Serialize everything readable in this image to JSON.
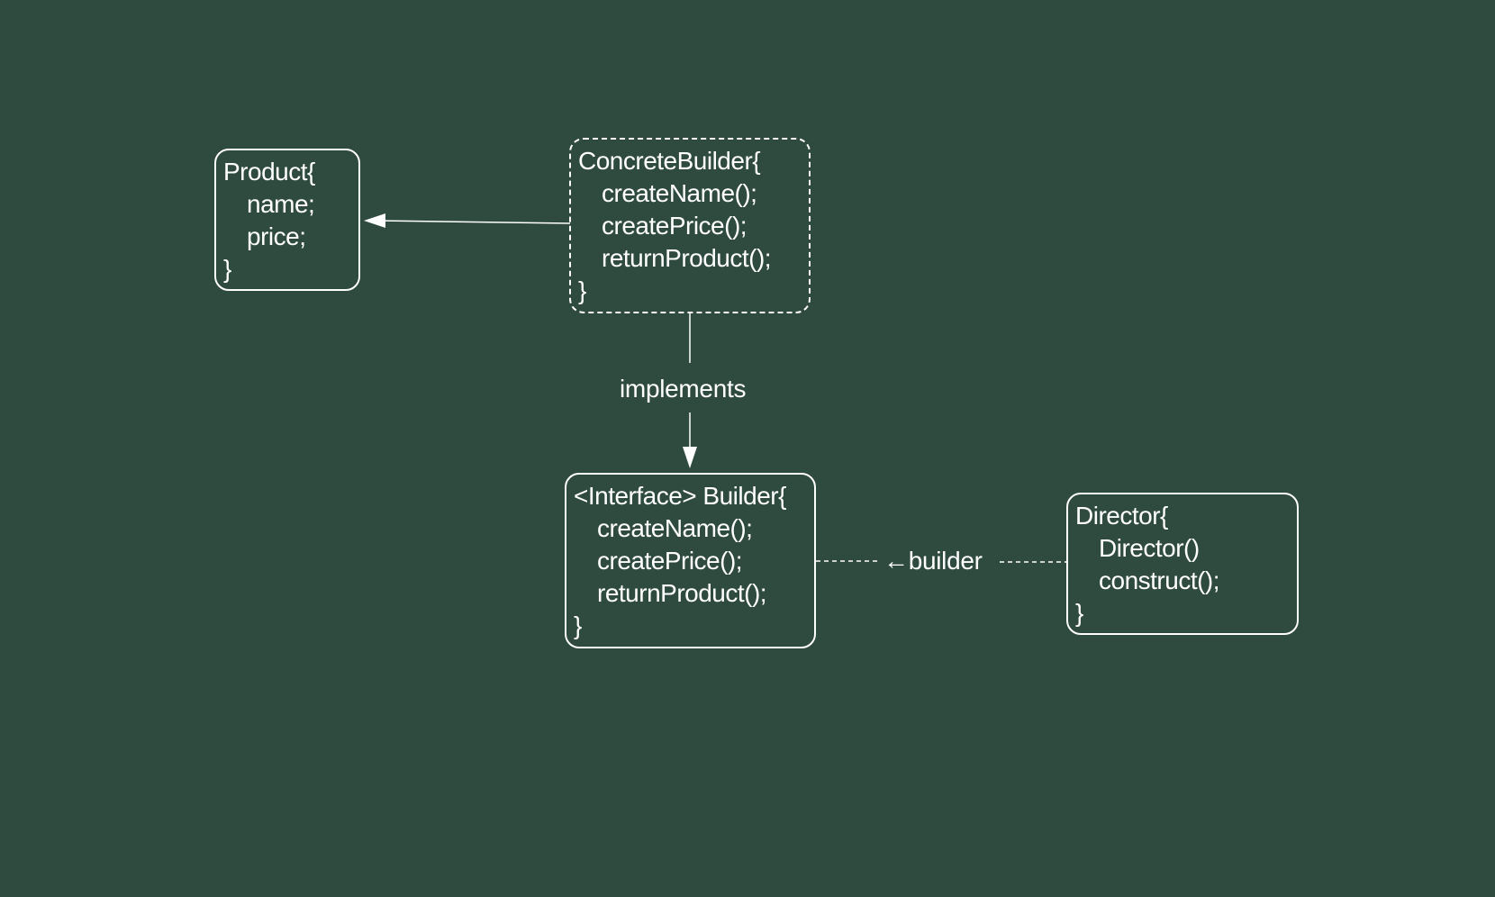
{
  "diagram": {
    "background": "#2f4b40",
    "stroke_color": "#ffffff",
    "nodes": {
      "product": {
        "lines": [
          "Product{",
          "name;",
          "price;",
          "}"
        ]
      },
      "concrete_builder": {
        "lines": [
          "ConcreteBuilder{",
          "createName();",
          "createPrice();",
          "returnProduct();",
          "}"
        ]
      },
      "builder_interface": {
        "lines": [
          "<Interface> Builder{",
          "createName();",
          "createPrice();",
          "returnProduct();",
          "}"
        ]
      },
      "director": {
        "lines": [
          "Director{",
          "Director()",
          "construct();",
          "}"
        ]
      }
    },
    "edges": {
      "implements_label": "implements",
      "builder_label": "←builder"
    }
  }
}
